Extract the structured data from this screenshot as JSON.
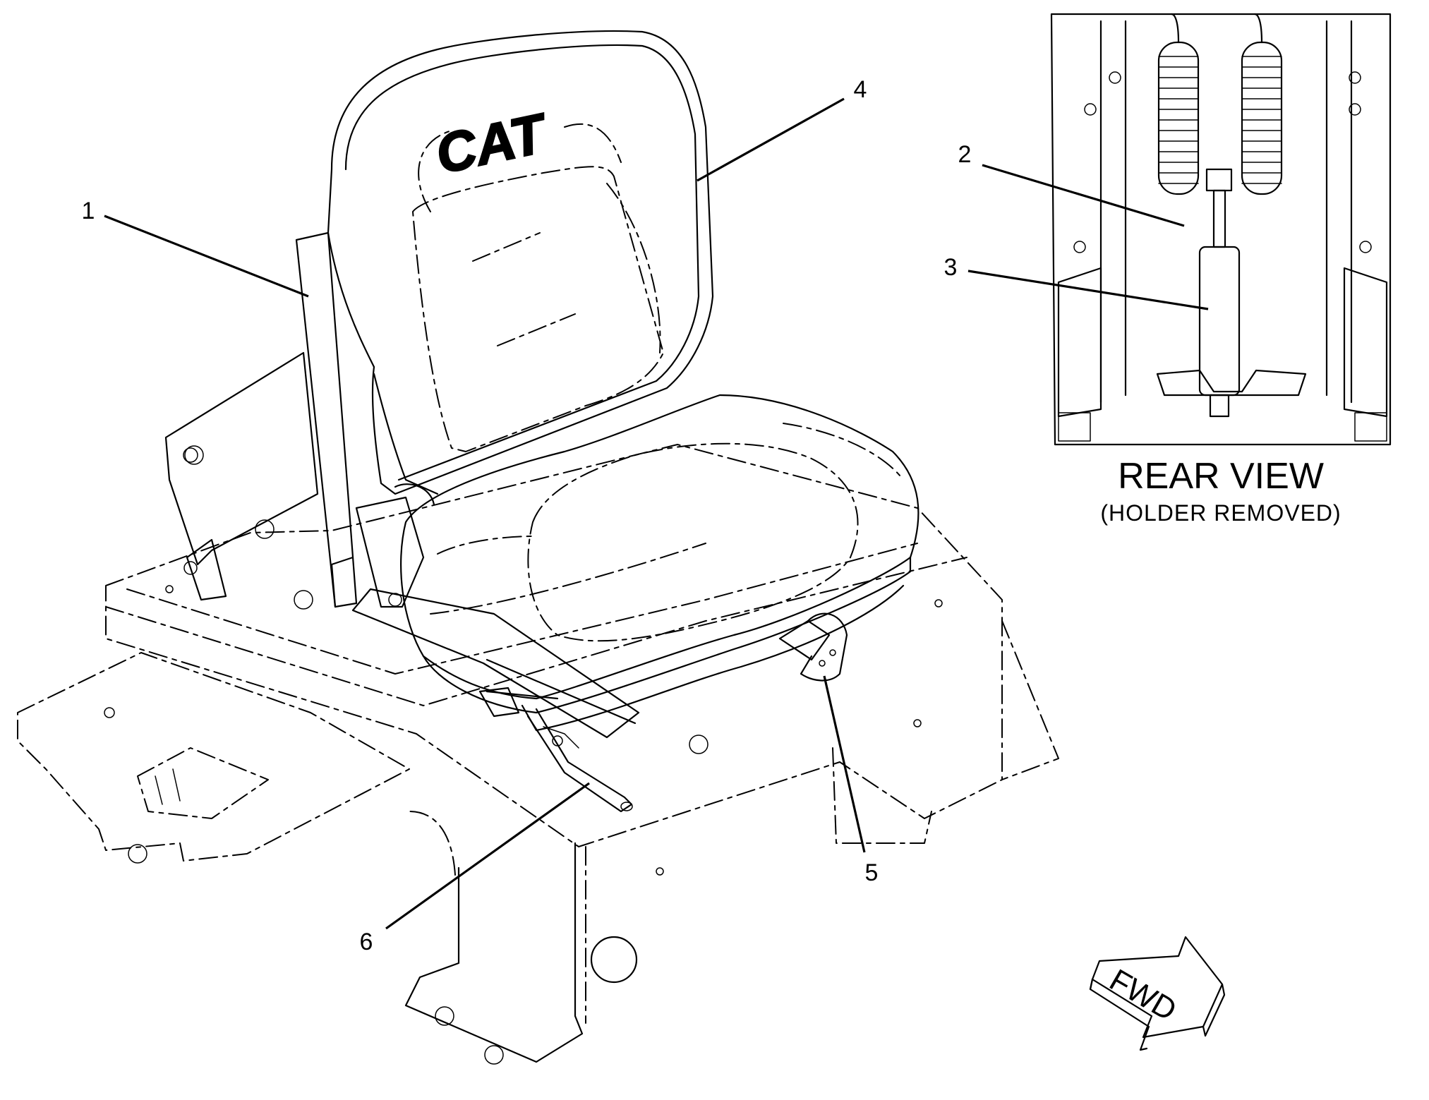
{
  "callouts": [
    {
      "id": "1",
      "text": "1"
    },
    {
      "id": "2",
      "text": "2"
    },
    {
      "id": "3",
      "text": "3"
    },
    {
      "id": "4",
      "text": "4"
    },
    {
      "id": "5",
      "text": "5"
    },
    {
      "id": "6",
      "text": "6"
    }
  ],
  "logo_text": "CAT",
  "rear_view": {
    "title": "REAR VIEW",
    "subtitle": "(HOLDER REMOVED)"
  },
  "direction_arrow": {
    "text": "FWD"
  },
  "colors": {
    "line": "#000000",
    "background": "#ffffff"
  }
}
